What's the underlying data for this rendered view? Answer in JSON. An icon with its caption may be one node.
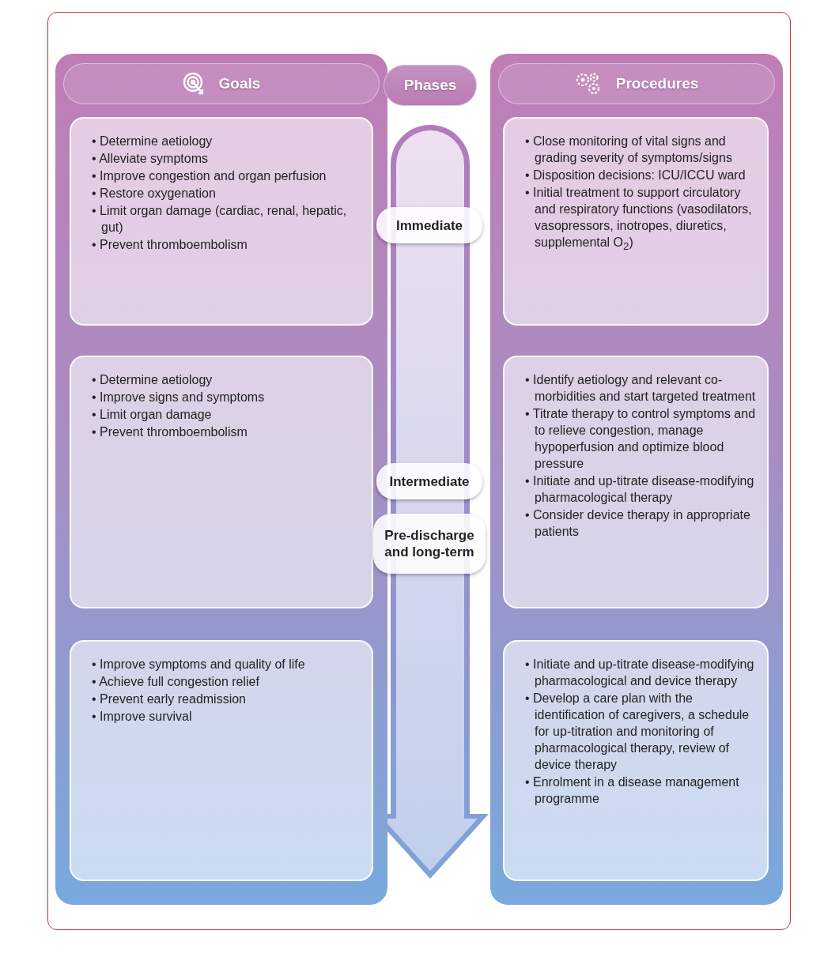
{
  "diagram": {
    "nodes": [
      {
        "text": [
          "Goals"
        ]
      },
      {
        "text": [
          "Phases"
        ]
      },
      {
        "text": [
          "Procedures"
        ]
      },
      {
        "text": [
          "• Determine aetiology",
          "• Alleviate symptoms",
          "• Improve congestion and organ perfusion",
          "• Restore oxygenation",
          "• Limit organ damage (cardiac, renal, hepatic, gut)",
          "• Prevent thromboembolism"
        ],
        "in": 0
      },
      {
        "text": [
          "• Determine aetiology",
          "• Improve signs and symptoms",
          "• Limit organ damage",
          "• Prevent thromboembolism"
        ],
        "in": 0
      },
      {
        "text": [
          "• Improve symptoms and quality of life",
          "• Achieve full congestion relief",
          "• Prevent early readmission",
          "• Improve survival"
        ],
        "in": 0
      },
      {
        "text": [
          "Immediate"
        ]
      },
      {
        "text": [
          "Intermediate"
        ]
      },
      {
        "text": [
          "Pre-discharge and long-term"
        ]
      },
      {
        "text": [
          "• Close monitoring of vital signs and grading severity of symptoms/signs",
          "• Disposition decisions: ICU/ICCU ward",
          "• Initial treatment to support circulatory and respiratory functions (vasodilators, vasopressors, inotropes, diuretics, supplemental O$_{2}$)"
        ],
        "in": 2
      },
      {
        "text": [
          "• Identify aetiology and relevant co-morbidities and start targeted treatment",
          "• Titrate therapy to control symptoms and to relieve congestion, manage hypoperfusion and optimize blood pressure",
          "• Initiate and up-titrate disease-modifying pharmacological therapy",
          "• Consider device therapy in appropriate patients"
        ],
        "in": 2
      },
      {
        "text": [
          "• Initiate and up-titrate disease-modifying pharmacological and device therapy",
          "• Develop a care plan with the identification of caregivers, a schedule for up-titration and monitoring of pharmacological therapy, review of device therapy",
          "• Enrolment in a disease management programme"
        ],
        "in": 2
      }
    ]
  }
}
